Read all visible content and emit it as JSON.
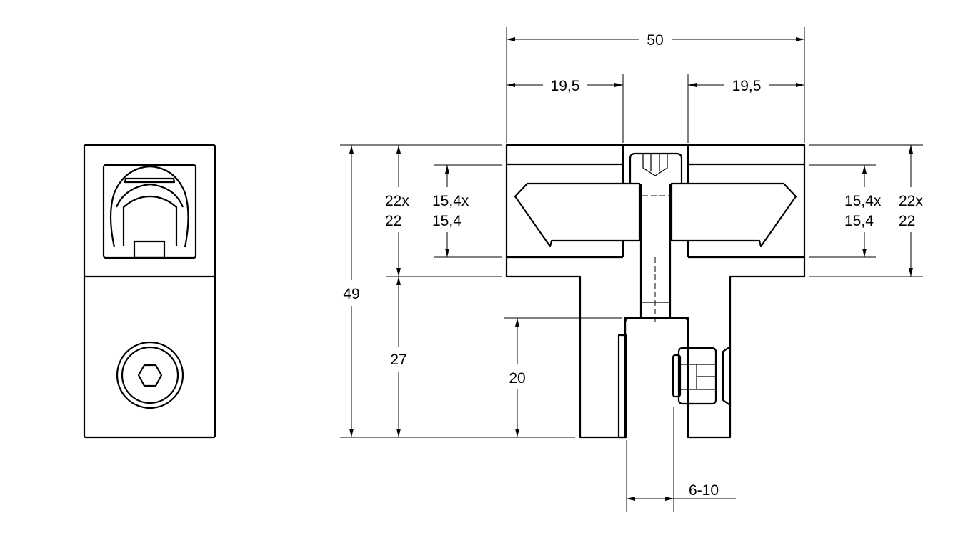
{
  "drawing": {
    "dimensions": {
      "overall_width": "50",
      "left_offset": "19,5",
      "right_offset": "19,5",
      "total_height": "49",
      "profile_left_line1": "22x",
      "profile_left_line2": "22",
      "inner_left_line1": "15,4x",
      "inner_left_line2": "15,4",
      "inner_right_line1": "15,4x",
      "inner_right_line2": "15,4",
      "profile_right_line1": "22x",
      "profile_right_line2": "22",
      "stem_height": "27",
      "clamp_height": "20",
      "clamp_range": "6-10"
    },
    "colors": {
      "line": "#000000",
      "background": "#ffffff"
    }
  }
}
